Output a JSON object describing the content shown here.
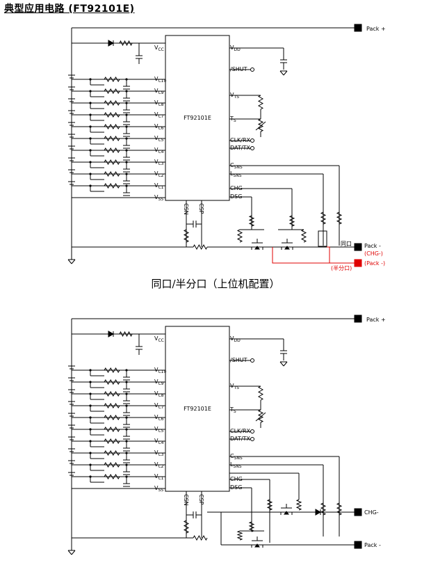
{
  "heading": "典型应用电路 (FT92101E)",
  "caption1": "同口/半分口（上位机配置）",
  "chip": {
    "name": "FT92101E",
    "left_pins": [
      "VCC",
      "VC10",
      "VC9",
      "VC8",
      "VC7",
      "VC6",
      "VC5",
      "VC4",
      "VC3",
      "VC2",
      "VC1",
      "VSS"
    ],
    "right_pins": [
      "VDD",
      "/SHUT",
      "VTS",
      "TS",
      "CLK/RX",
      "DAT/TX",
      "CSNS",
      "LSNS",
      "CHG",
      "DSG"
    ],
    "bottom_pins": [
      "CSN",
      "CSP"
    ]
  },
  "labels": {
    "pack_plus": "Pack +",
    "pack_minus": "Pack -",
    "chg_minus_note": "(CHG-)",
    "pack_minus_note": "(Pack -)",
    "same_port": "同口",
    "half_split": "(半分口)",
    "chg_minus": "CHG-"
  },
  "colors": {
    "wire": "#000000",
    "highlight": "#e00000"
  }
}
